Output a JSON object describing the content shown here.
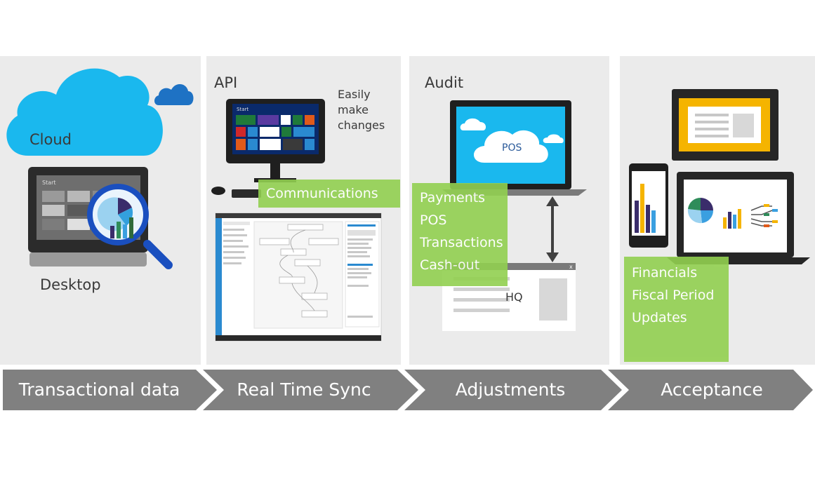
{
  "panels": {
    "cloud": {
      "cloud_label": "Cloud",
      "desktop_label": "Desktop",
      "screen_start": "Start"
    },
    "api": {
      "title": "API",
      "note_line1": "Easily",
      "note_line2": "make",
      "note_line3": "changes",
      "comms_label": "Communications",
      "screen_start": "Start"
    },
    "audit": {
      "title": "Audit",
      "pos_label": "POS",
      "hq_label": "HQ",
      "items": [
        "Payments",
        "POS",
        "Transactions",
        "Cash-out"
      ]
    },
    "acceptance": {
      "items": [
        "Financials",
        "Fiscal Period",
        "Updates"
      ]
    }
  },
  "steps": [
    "Transactional data",
    "Real Time Sync",
    "Adjustments",
    "Acceptance"
  ],
  "colors": {
    "panel_bg": "#ebebeb",
    "cloud_blue": "#1ab8ee",
    "accent_green": "#92d050",
    "step_gray": "#808080",
    "magnifier_blue": "#1a4fbf",
    "tablet_yellow": "#f5b400"
  }
}
